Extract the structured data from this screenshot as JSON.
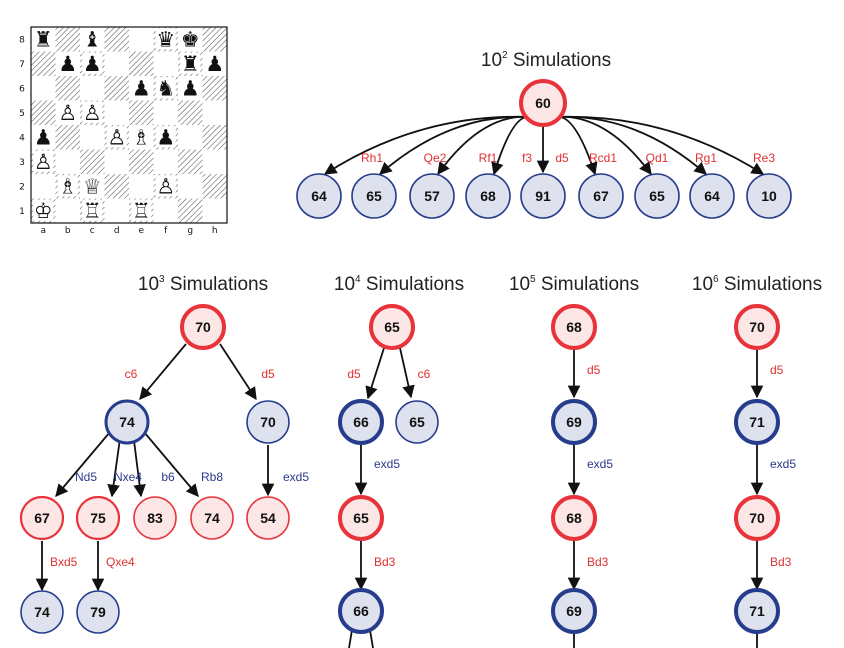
{
  "colors": {
    "red_stroke": "#e8333b",
    "red_fill": "#fde6e6",
    "blue_stroke": "#263c8c",
    "blue_fill": "#dde2ee",
    "label_red": "#e03030",
    "label_blue": "#2a3a8a"
  },
  "board": {
    "files": [
      "a",
      "b",
      "c",
      "d",
      "e",
      "f",
      "g",
      "h"
    ],
    "ranks": [
      "8",
      "7",
      "6",
      "5",
      "4",
      "3",
      "2",
      "1"
    ],
    "pieces": [
      {
        "sq": "a8",
        "g": "♜",
        "side": "black"
      },
      {
        "sq": "c8",
        "g": "♝",
        "side": "black"
      },
      {
        "sq": "f8",
        "g": "♛",
        "side": "black"
      },
      {
        "sq": "g8",
        "g": "♚",
        "side": "black"
      },
      {
        "sq": "b7",
        "g": "♟",
        "side": "black"
      },
      {
        "sq": "c7",
        "g": "♟",
        "side": "black"
      },
      {
        "sq": "g7",
        "g": "♜",
        "side": "black"
      },
      {
        "sq": "h7",
        "g": "♟",
        "side": "black"
      },
      {
        "sq": "e6",
        "g": "♟",
        "side": "black"
      },
      {
        "sq": "f6",
        "g": "♞",
        "side": "black"
      },
      {
        "sq": "g6",
        "g": "♟",
        "side": "black"
      },
      {
        "sq": "b5",
        "g": "♙",
        "side": "white"
      },
      {
        "sq": "c5",
        "g": "♙",
        "side": "white"
      },
      {
        "sq": "a4",
        "g": "♟",
        "side": "black"
      },
      {
        "sq": "d4",
        "g": "♙",
        "side": "white"
      },
      {
        "sq": "e4",
        "g": "♗",
        "side": "white"
      },
      {
        "sq": "f4",
        "g": "♟",
        "side": "black"
      },
      {
        "sq": "a3",
        "g": "♙",
        "side": "white"
      },
      {
        "sq": "b2",
        "g": "♗",
        "side": "white"
      },
      {
        "sq": "c2",
        "g": "♕",
        "side": "white"
      },
      {
        "sq": "f2",
        "g": "♙",
        "side": "white"
      },
      {
        "sq": "a1",
        "g": "♔",
        "side": "white"
      },
      {
        "sq": "c1",
        "g": "♖",
        "side": "white"
      },
      {
        "sq": "e1",
        "g": "♖",
        "side": "white"
      }
    ]
  },
  "top_tree": {
    "title_base": "10",
    "title_exp": "2",
    "title_rest": " Simulations",
    "root": "60",
    "children": [
      {
        "move": "Rh1",
        "value": "64"
      },
      {
        "move": "Qe2",
        "value": "65"
      },
      {
        "move": "Rf1",
        "value": "57"
      },
      {
        "move": "f3",
        "value": "68"
      },
      {
        "move": "d5",
        "value": "91"
      },
      {
        "move": "Rcd1",
        "value": "67"
      },
      {
        "move": "Qd1",
        "value": "65"
      },
      {
        "move": "Rg1",
        "value": "64"
      },
      {
        "move": "Re3",
        "value": "10"
      }
    ]
  },
  "trees": [
    {
      "title_base": "10",
      "title_exp": "3",
      "title_rest": " Simulations",
      "root": "70",
      "c6_label": "c6",
      "c6_value": "74",
      "d5_label": "d5",
      "d5_value": "70",
      "c6_children": [
        {
          "move": "Nd5",
          "value": "67"
        },
        {
          "move": "Nxe4",
          "value": "75"
        },
        {
          "move": "b6",
          "value": "83"
        },
        {
          "move": "Rb8",
          "value": "74"
        }
      ],
      "d5_child_move": "exd5",
      "d5_child_value": "54",
      "leaf1_move": "Bxd5",
      "leaf1_value": "74",
      "leaf2_move": "Qxe4",
      "leaf2_value": "79"
    },
    {
      "title_base": "10",
      "title_exp": "4",
      "title_rest": " Simulations",
      "root": "65",
      "left_move": "d5",
      "left_value": "66",
      "right_move": "c6",
      "right_value": "65",
      "m2": "exd5",
      "v2": "65",
      "m3": "Bd3",
      "v3": "66"
    },
    {
      "title_base": "10",
      "title_exp": "5",
      "title_rest": " Simulations",
      "root": "68",
      "m1": "d5",
      "v1": "69",
      "m2": "exd5",
      "v2": "68",
      "m3": "Bd3",
      "v3": "69"
    },
    {
      "title_base": "10",
      "title_exp": "6",
      "title_rest": " Simulations",
      "root": "70",
      "m1": "d5",
      "v1": "71",
      "m2": "exd5",
      "v2": "70",
      "m3": "Bd3",
      "v3": "71"
    }
  ]
}
